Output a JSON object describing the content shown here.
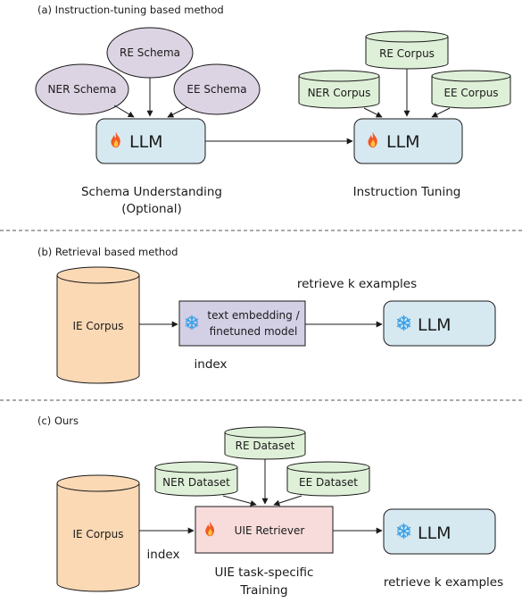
{
  "colors": {
    "llm_box": "#d6e9f1",
    "ellipse": "#dcd3e3",
    "cylinder": "#dff0d8",
    "ie_corpus": "#fbd9b5",
    "embed_box": "#d3d0e6",
    "retriever_box": "#f8dcdc",
    "stroke": "#1a1a1a",
    "snowflake": "#3aa0e8"
  },
  "icons": {
    "fire": "fire-icon",
    "snow": "snowflake-icon"
  },
  "panel_a": {
    "caption": "(a)   Instruction-tuning based method",
    "re_schema": "RE Schema",
    "ner_schema": "NER Schema",
    "ee_schema": "EE Schema",
    "llm_left": "LLM",
    "llm_right": "LLM",
    "re_corpus": "RE Corpus",
    "ner_corpus": "NER Corpus",
    "ee_corpus": "EE Corpus",
    "schema_line1": "Schema Understanding",
    "schema_line2": "(Optional)",
    "instruction_tuning": "Instruction Tuning"
  },
  "panel_b": {
    "caption": "(b)   Retrieval based method",
    "ie_corpus": "IE Corpus",
    "embed_line1": "text embedding /",
    "embed_line2": "finetuned model",
    "llm": "LLM",
    "retrieve": "retrieve k examples",
    "index": "index"
  },
  "panel_c": {
    "caption": "(c)   Ours",
    "re_dataset": "RE Dataset",
    "ner_dataset": "NER Dataset",
    "ee_dataset": "EE Dataset",
    "ie_corpus": "IE Corpus",
    "retriever": "UIE Retriever",
    "llm": "LLM",
    "index": "index",
    "training_line1": "UIE task-specific",
    "training_line2": "Training",
    "retrieve": "retrieve k examples"
  }
}
